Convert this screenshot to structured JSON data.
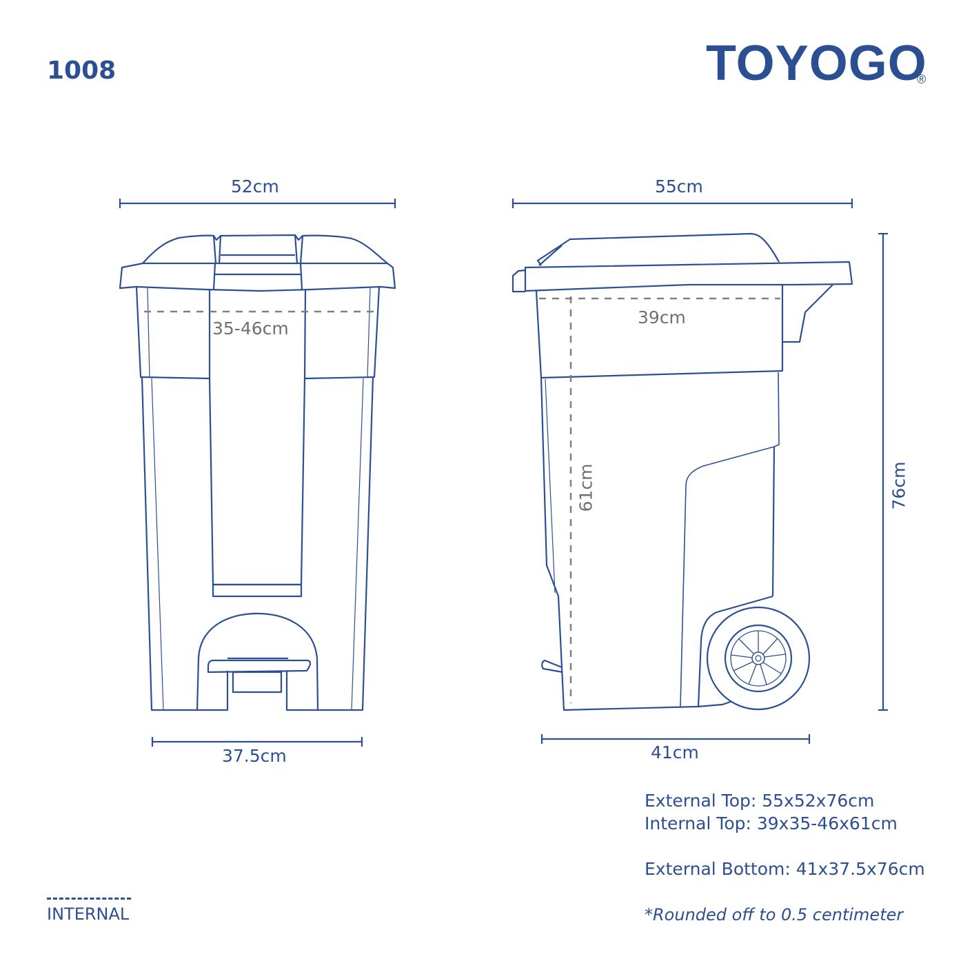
{
  "header": {
    "model_number": "1008",
    "brand": "TOYOGO",
    "registered_mark": "®"
  },
  "front_view": {
    "top_width": "52cm",
    "internal_width": "35-46cm",
    "bottom_width": "37.5cm"
  },
  "side_view": {
    "top_depth": "55cm",
    "internal_depth": "39cm",
    "internal_height": "61cm",
    "overall_height": "76cm",
    "bottom_depth": "41cm"
  },
  "specs": {
    "external_top": "External Top: 55x52x76cm",
    "internal_top": "Internal Top: 39x35-46x61cm",
    "external_bottom": "External Bottom: 41x37.5x76cm",
    "note": "*Rounded off to 0.5 centimeter"
  },
  "legend": {
    "internal_label": "INTERNAL"
  },
  "colors": {
    "primary": "#2c4f93",
    "internal_dim": "#707070",
    "background": "#ffffff"
  }
}
